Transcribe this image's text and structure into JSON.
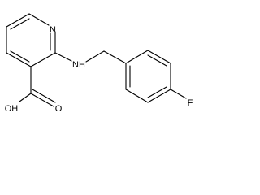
{
  "molecule": {
    "atoms": {
      "pyridine_n": "N",
      "amine_nh": "NH",
      "hydroxyl_oh": "OH",
      "carbonyl_o": "O",
      "fluorine": "F"
    }
  }
}
